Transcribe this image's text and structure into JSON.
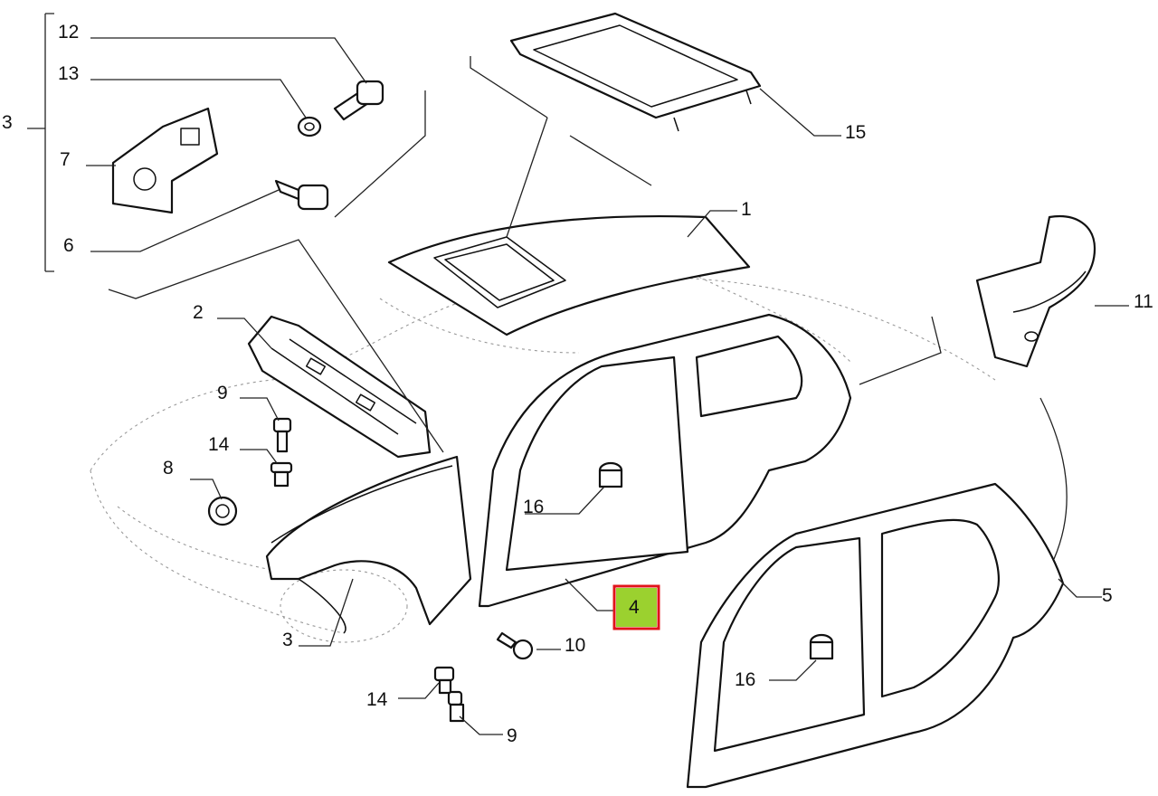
{
  "callouts": {
    "c1": "1",
    "c2": "2",
    "c3_top": "3",
    "c3_bottom": "3",
    "c4": "4",
    "c5": "5",
    "c6": "6",
    "c7": "7",
    "c8": "8",
    "c9_top": "9",
    "c9_bottom": "9",
    "c10": "10",
    "c11": "11",
    "c12": "12",
    "c13": "13",
    "c14_top": "14",
    "c14_bottom": "14",
    "c15": "15",
    "c16_left": "16",
    "c16_right": "16"
  },
  "highlight": {
    "callout": "4",
    "border_color": "#e0141b",
    "fill_color": "#9bd12f"
  }
}
